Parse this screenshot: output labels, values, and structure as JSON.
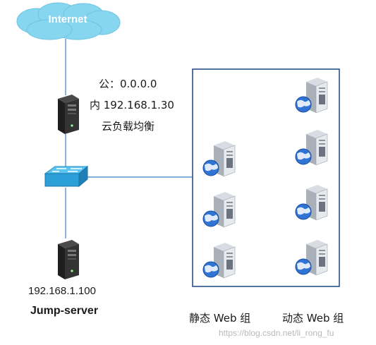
{
  "cloud": {
    "label": "Internet"
  },
  "load_balancer": {
    "public_ip": "公：0.0.0.0",
    "private_ip": "内 192.168.1.30",
    "name": "云负载均衡"
  },
  "jump_server": {
    "ip": "192.168.1.100",
    "name": "Jump-server"
  },
  "groups": {
    "static_label": "静态 Web 组",
    "dynamic_label": "动态 Web 组"
  },
  "watermark": "https://blog.csdn.net/li_rong_fu",
  "colors": {
    "cloud": "#7fd3ec",
    "lines": "#3b7fc4",
    "switch": "#3aa7e0"
  }
}
